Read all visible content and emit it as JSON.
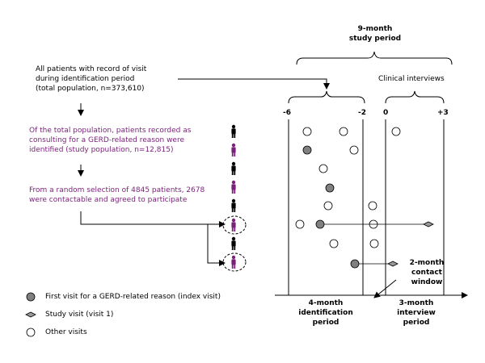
{
  "flow": {
    "step1": [
      "All patients with record of visit",
      "during identification period",
      "(total population, n=373,610)"
    ],
    "step2": [
      "Of the total population, patients recorded as",
      "consulting for a GERD-related reason were",
      "identified (study population, n=12,815)"
    ],
    "step3": [
      "From a random selection of 4845 patients, 2678",
      "were contactable and agreed to participate"
    ]
  },
  "timeline": {
    "study_period": [
      "9-month",
      "study period"
    ],
    "clinical_interviews": "Clinical interviews",
    "ticks": [
      "-6",
      "-2",
      "0",
      "+3"
    ],
    "contact_window": [
      "2-month",
      "contact",
      "window"
    ],
    "identification_period": [
      "4-month",
      "identification",
      "period"
    ],
    "interview_period": [
      "3-month",
      "interview",
      "period"
    ]
  },
  "legend": {
    "index_visit": "First visit for a GERD-related reason (index visit)",
    "study_visit": "Study visit (visit 1)",
    "other_visits": "Other visits"
  },
  "colors": {
    "purple": "#7a1f7a",
    "grey_fill": "#808080",
    "diamond_fill": "#999999",
    "person_black": "#000000"
  }
}
